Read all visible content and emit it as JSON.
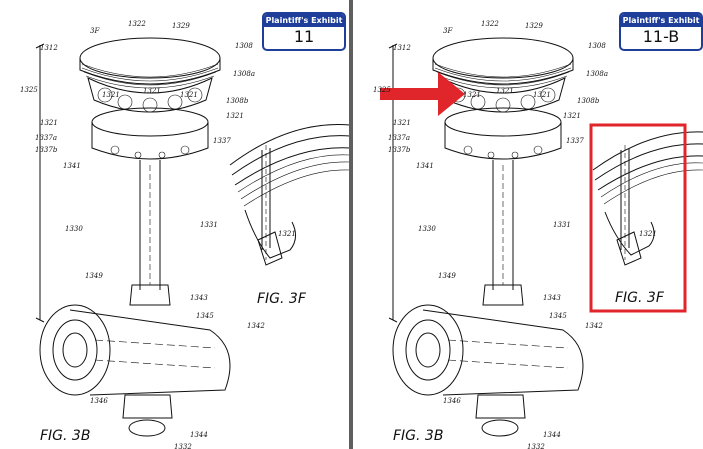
{
  "left_page": {
    "exhibit": {
      "title": "Plaintiff's Exhibit",
      "number": "11"
    },
    "labels": {
      "l3F": "3F",
      "l1312": "1312",
      "l1322": "1322",
      "l1329": "1329",
      "l1308": "1308",
      "l1308a": "1308a",
      "l1325": "1325",
      "l1321a": "1321",
      "l1321b": "1321",
      "l1321c": "1321",
      "l1308b": "1308b",
      "l1321d": "1321",
      "l1321e": "1321",
      "l1337a": "1337a",
      "l1337b": "1337b",
      "l1337": "1337",
      "l1341": "1341",
      "l1330": "1330",
      "l1331": "1331",
      "l1349": "1349",
      "l1343": "1343",
      "l1345": "1345",
      "l1342": "1342",
      "l1346": "1346",
      "l1344": "1344",
      "l1332": "1332",
      "l1321f": "1321"
    },
    "fig_main": "FIG. 3B",
    "fig_detail": "FIG. 3F"
  },
  "right_page": {
    "exhibit": {
      "title": "Plaintiff's Exhibit",
      "number": "11-B"
    },
    "labels": {
      "l3F": "3F",
      "l1312": "1312",
      "l1322": "1322",
      "l1329": "1329",
      "l1308": "1308",
      "l1308a": "1308a",
      "l1325": "1325",
      "l1321a": "1321",
      "l1321b": "1321",
      "l1321c": "1321",
      "l1308b": "1308b",
      "l1321d": "1321",
      "l1321e": "1321",
      "l1337a": "1337a",
      "l1337b": "1337b",
      "l1337": "1337",
      "l1341": "1341",
      "l1330": "1330",
      "l1331": "1331",
      "l1349": "1349",
      "l1343": "1343",
      "l1345": "1345",
      "l1342": "1342",
      "l1346": "1346",
      "l1344": "1344",
      "l1332": "1332",
      "l1321f": "1321"
    },
    "fig_main": "FIG. 3B",
    "fig_detail": "FIG. 3F"
  },
  "annotation_color": "#e0262b",
  "exhibit_color": "#1e3e9a"
}
